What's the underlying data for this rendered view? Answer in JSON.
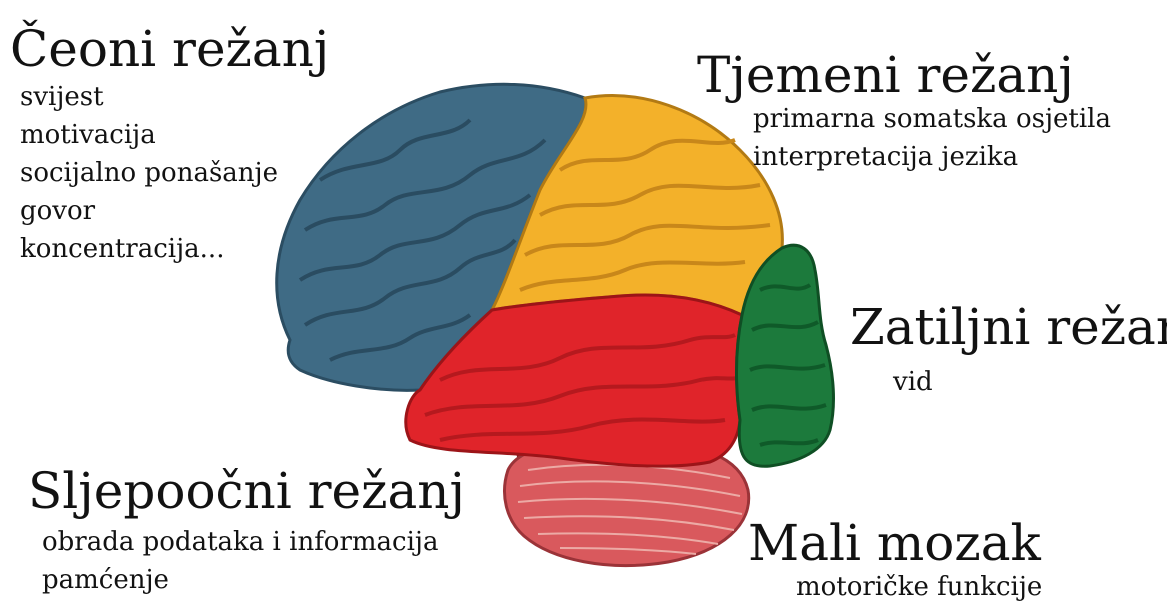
{
  "lobes": {
    "frontal": {
      "title": "Čeoni režanj",
      "color": "#3f6b85",
      "functions": [
        "svijest",
        "motivacija",
        "socijalno ponašanje",
        "govor",
        "koncentracija..."
      ]
    },
    "parietal": {
      "title": "Tjemeni režanj",
      "color": "#f3b12a",
      "functions": [
        "primarna somatska osjetila",
        "interpretacija jezika"
      ]
    },
    "occipital": {
      "title": "Zatiljni režanj",
      "color": "#1c7a3c",
      "functions": [
        "vid"
      ]
    },
    "temporal": {
      "title": "Sljepoočni režanj",
      "color": "#e0242a",
      "functions": [
        "obrada podataka i informacija",
        "pamćenje"
      ]
    },
    "cerebellum": {
      "title": "Mali mozak",
      "color": "#d9595d",
      "functions": [
        "motoričke funkcije"
      ]
    }
  }
}
